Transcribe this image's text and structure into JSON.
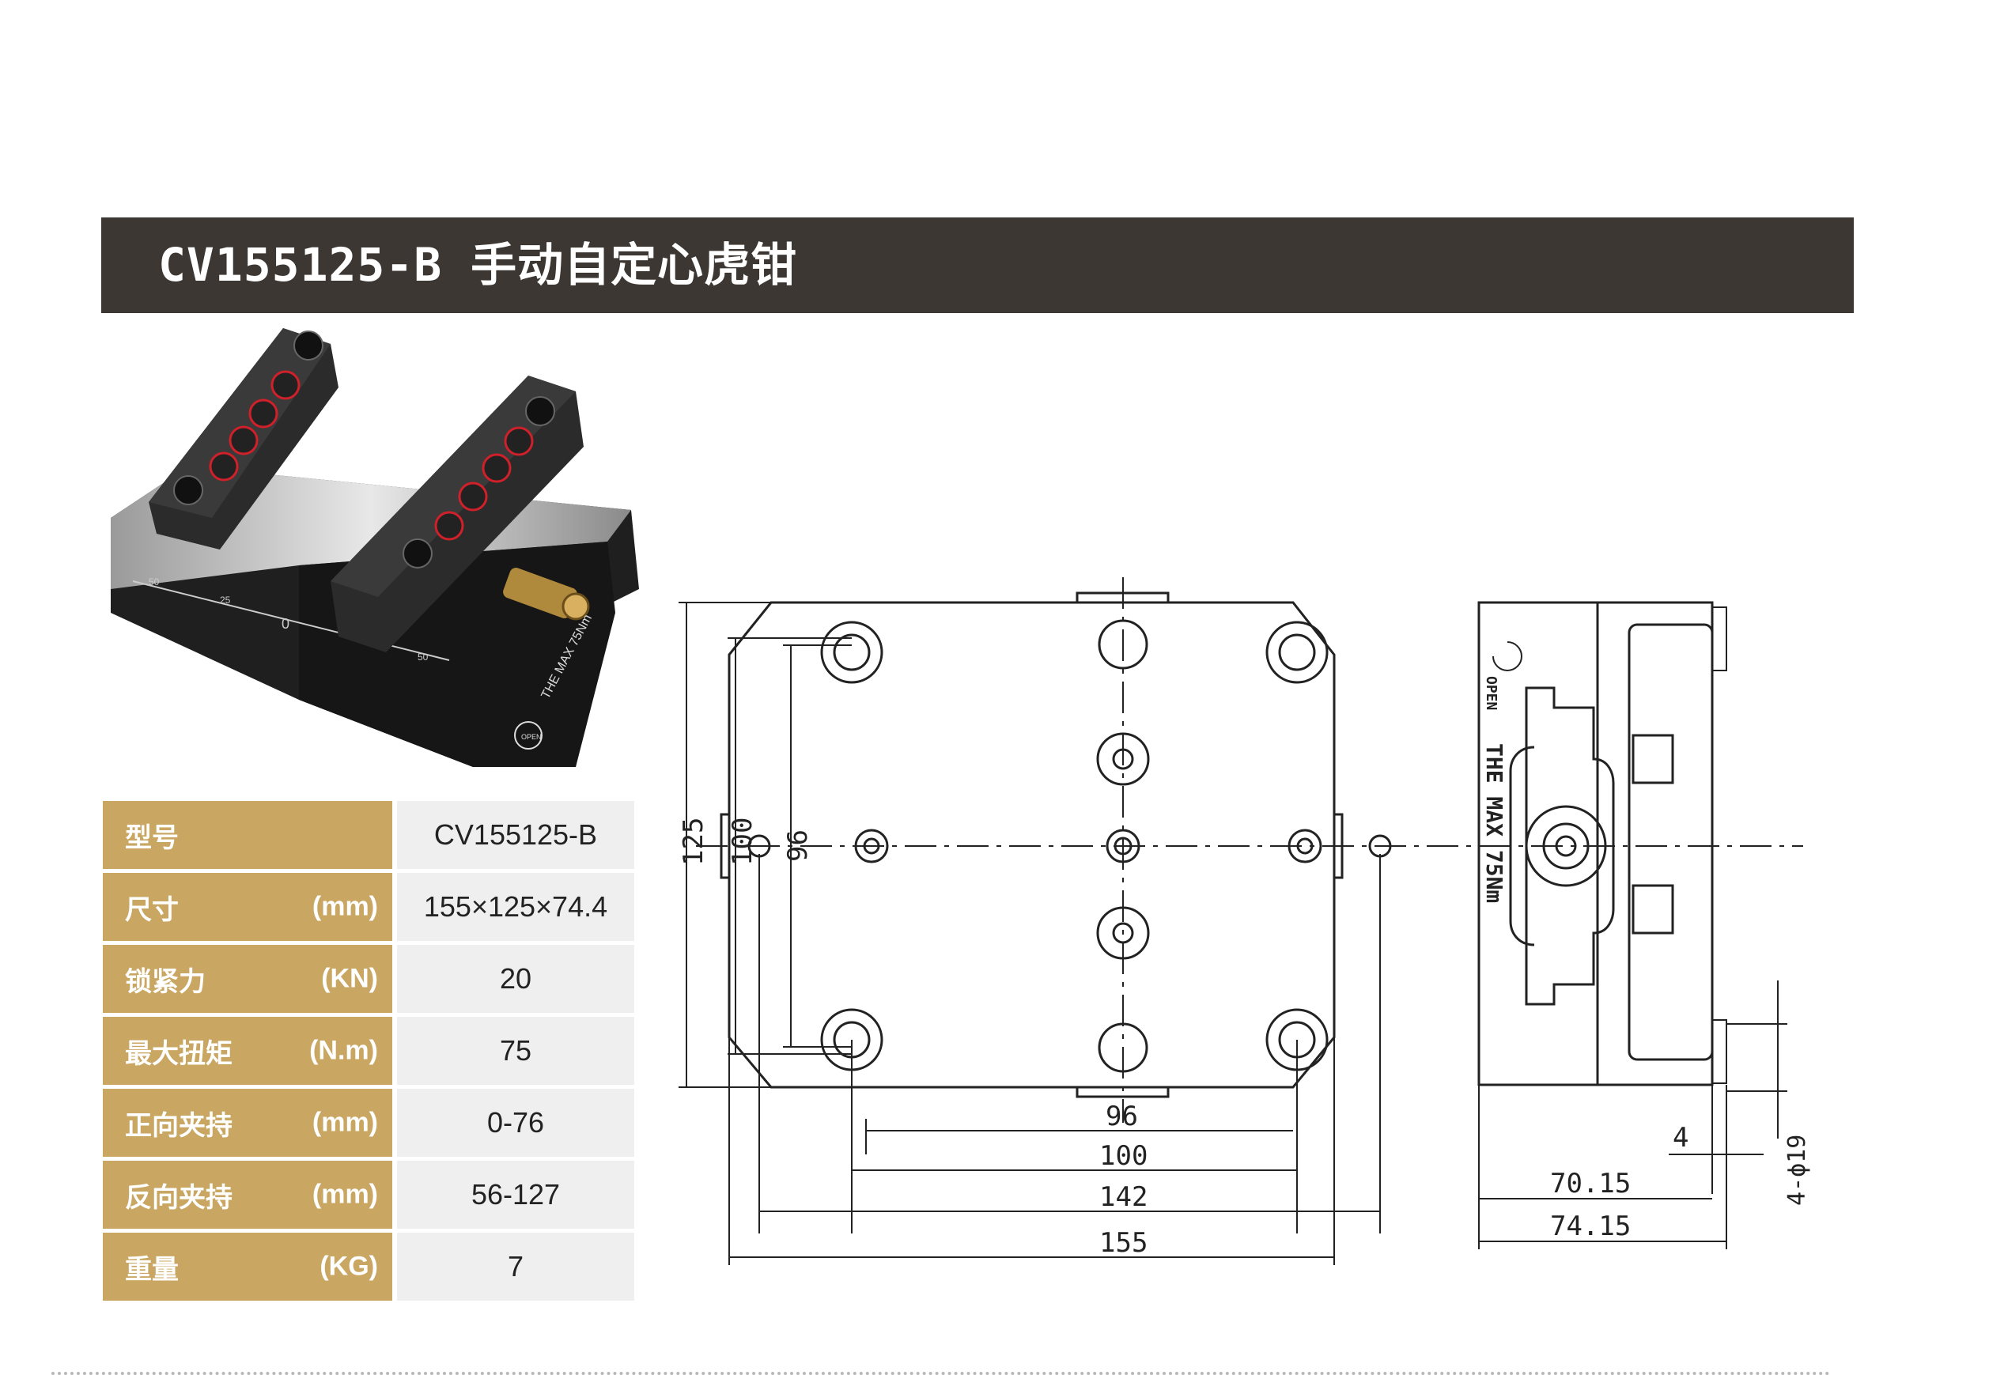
{
  "header": {
    "title": "CV155125-B 手动自定心虎钳"
  },
  "photo": {
    "engraving": "THE MAX 75Nm",
    "open_mark": "OPEN",
    "scale_ticks": [
      "50",
      "25",
      "0",
      "25",
      "50"
    ]
  },
  "specs": [
    {
      "label": "型号",
      "unit": "",
      "value": "CV155125-B"
    },
    {
      "label": "尺寸",
      "unit": "(mm)",
      "value": "155×125×74.4"
    },
    {
      "label": "锁紧力",
      "unit": "(KN)",
      "value": "20"
    },
    {
      "label": "最大扭矩",
      "unit": "(N.m)",
      "value": "75"
    },
    {
      "label": "正向夹持",
      "unit": "(mm)",
      "value": "0-76"
    },
    {
      "label": "反向夹持",
      "unit": "(mm)",
      "value": "56-127"
    },
    {
      "label": "重量",
      "unit": "(KG)",
      "value": "7"
    }
  ],
  "drawing": {
    "top_view": {
      "vertical_dims": [
        "125",
        "100",
        "96"
      ],
      "horizontal_dims": [
        "96",
        "100",
        "142",
        "155"
      ]
    },
    "side_view": {
      "open_mark": "OPEN",
      "engraving": "THE MAX 75Nm",
      "dims": [
        "4",
        "70.15",
        "74.15",
        "4-ϕ19"
      ]
    }
  },
  "colors": {
    "title_bar": "#3d3733",
    "spec_label": "#c9a762",
    "spec_value": "#efefef",
    "accent_red": "#d0202a"
  }
}
